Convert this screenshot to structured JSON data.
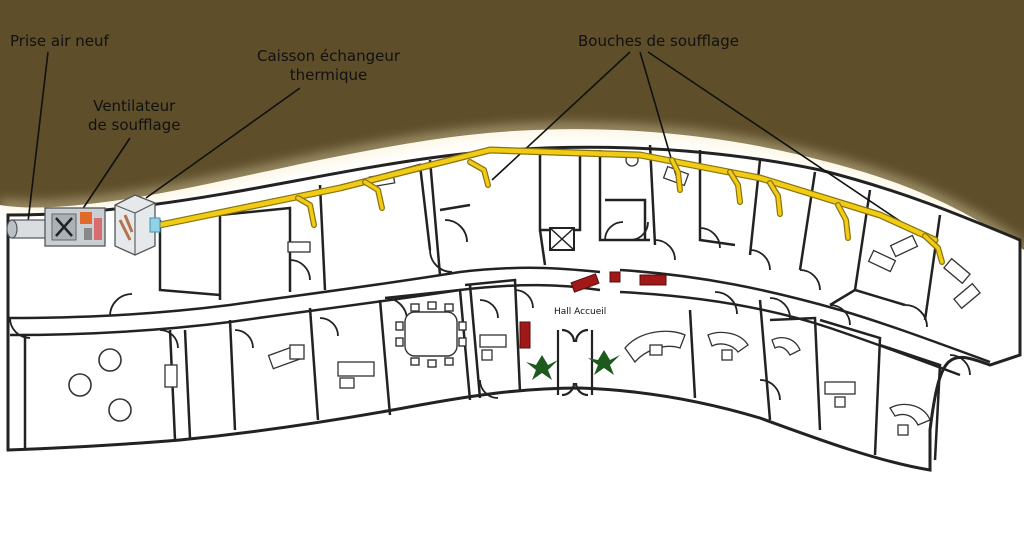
{
  "labels": {
    "prise_air": "Prise air neuf",
    "ventilateur_l1": "Ventilateur",
    "ventilateur_l2": "de soufflage",
    "caisson_l1": "Caisson échangeur",
    "caisson_l2": "thermique",
    "bouches": "Bouches de soufflage",
    "hall": "Hall Accueil"
  },
  "colors": {
    "background_band": "#5e4e2a",
    "duct": "#f2cc14",
    "walls": "#222222",
    "floor": "#ffffff",
    "furniture_red": "#a01818",
    "plant_green": "#1d5a1d"
  },
  "icons": {
    "fresh_air_inlet": "pipe-icon",
    "supply_fan": "fan-unit-icon",
    "heat_exchanger": "exchanger-box-icon"
  }
}
